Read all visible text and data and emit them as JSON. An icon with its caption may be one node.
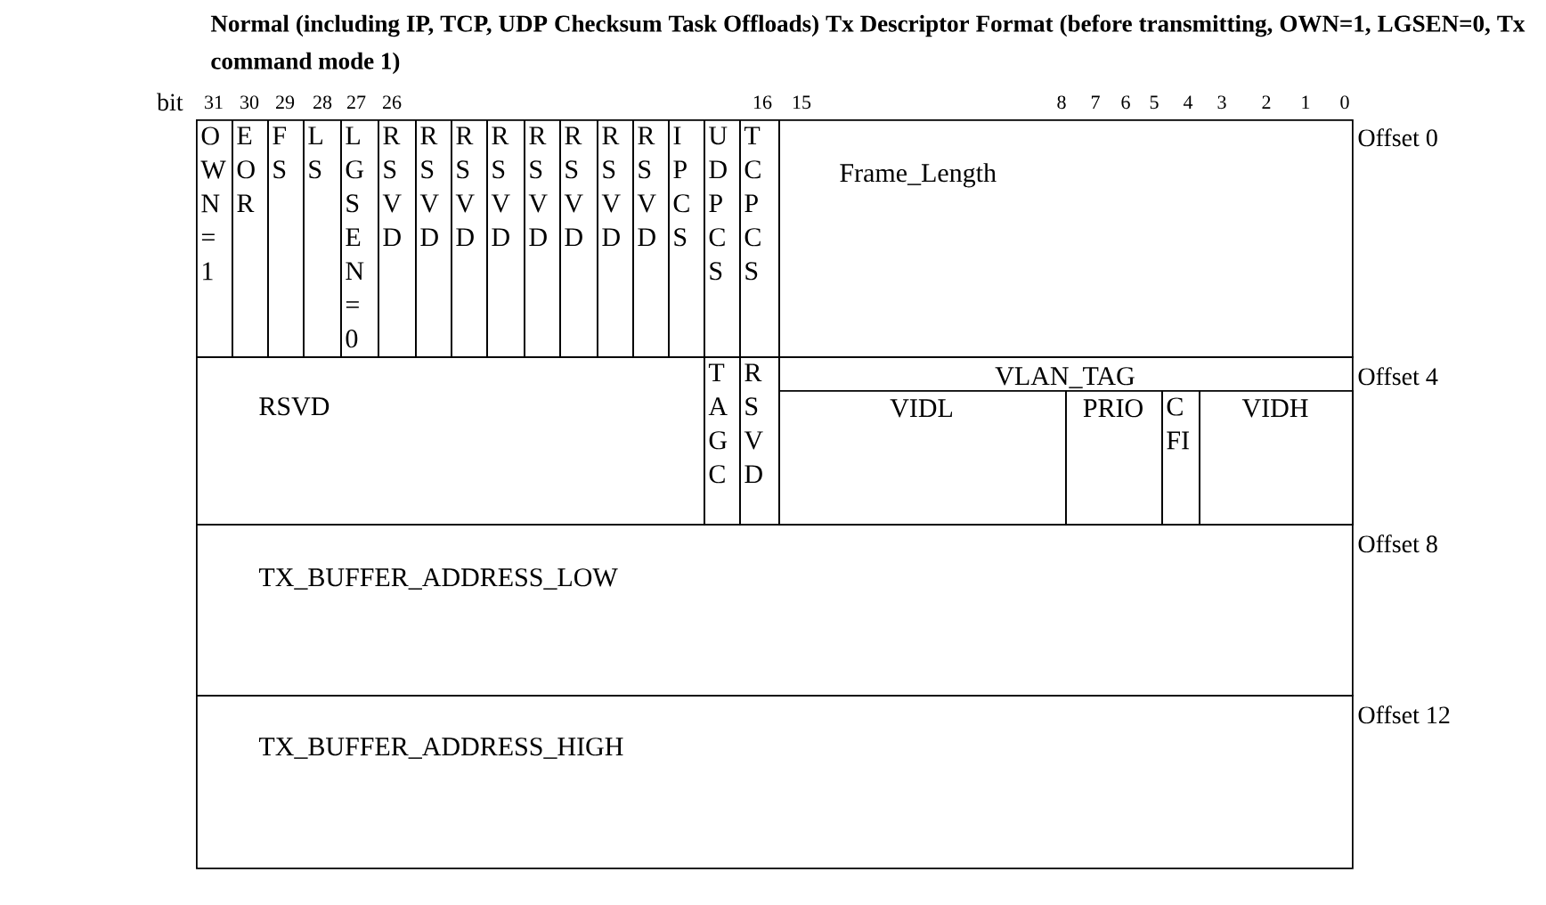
{
  "diagram": {
    "title": "Normal (including IP, TCP, UDP Checksum Task Offloads) Tx Descriptor Format (before transmitting, OWN=1, LGSEN=0, Tx command mode 1)",
    "nodes": [
      {
        "text": [
          "O W N = 1"
        ]
      },
      {
        "text": [
          "E O R"
        ]
      },
      {
        "text": [
          "F S"
        ]
      },
      {
        "text": [
          "L S"
        ]
      },
      {
        "text": [
          "L G S E N = 0"
        ]
      },
      {
        "text": [
          "R S V D"
        ]
      },
      {
        "text": [
          "R S V D"
        ]
      },
      {
        "text": [
          "R S V D"
        ]
      },
      {
        "text": [
          "R S V D"
        ]
      },
      {
        "text": [
          "R S V D"
        ]
      },
      {
        "text": [
          "R S V D"
        ]
      },
      {
        "text": [
          "R S V D"
        ]
      },
      {
        "text": [
          "R S V D"
        ]
      },
      {
        "text": [
          "I P C S"
        ]
      },
      {
        "text": [
          "U D P C S"
        ]
      },
      {
        "text": [
          "T C P C S"
        ]
      },
      {
        "text": [
          "Frame_Length"
        ]
      },
      {
        "text": [
          "RSVD"
        ]
      },
      {
        "text": [
          "T A G C"
        ]
      },
      {
        "text": [
          "R S V D"
        ]
      },
      {
        "text": [
          "VLAN_TAG"
        ]
      },
      {
        "text": [
          "VIDL"
        ],
        "in": 20
      },
      {
        "text": [
          "PRIO"
        ],
        "in": 20
      },
      {
        "text": [
          "C FI"
        ],
        "in": 20
      },
      {
        "text": [
          "VIDH"
        ],
        "in": 20
      },
      {
        "text": [
          "TX_BUFFER_ADDRESS_LOW"
        ]
      },
      {
        "text": [
          "TX_BUFFER_ADDRESS_HIGH"
        ]
      }
    ],
    "labels": [
      "bit",
      "31",
      "30",
      "29",
      "28",
      "27",
      "26",
      "16",
      "15",
      "8",
      "7",
      "6",
      "5",
      "4",
      "3",
      "2",
      "1",
      "0",
      "Offset 0",
      "Offset 4",
      "Offset 8",
      "Offset 12"
    ]
  }
}
